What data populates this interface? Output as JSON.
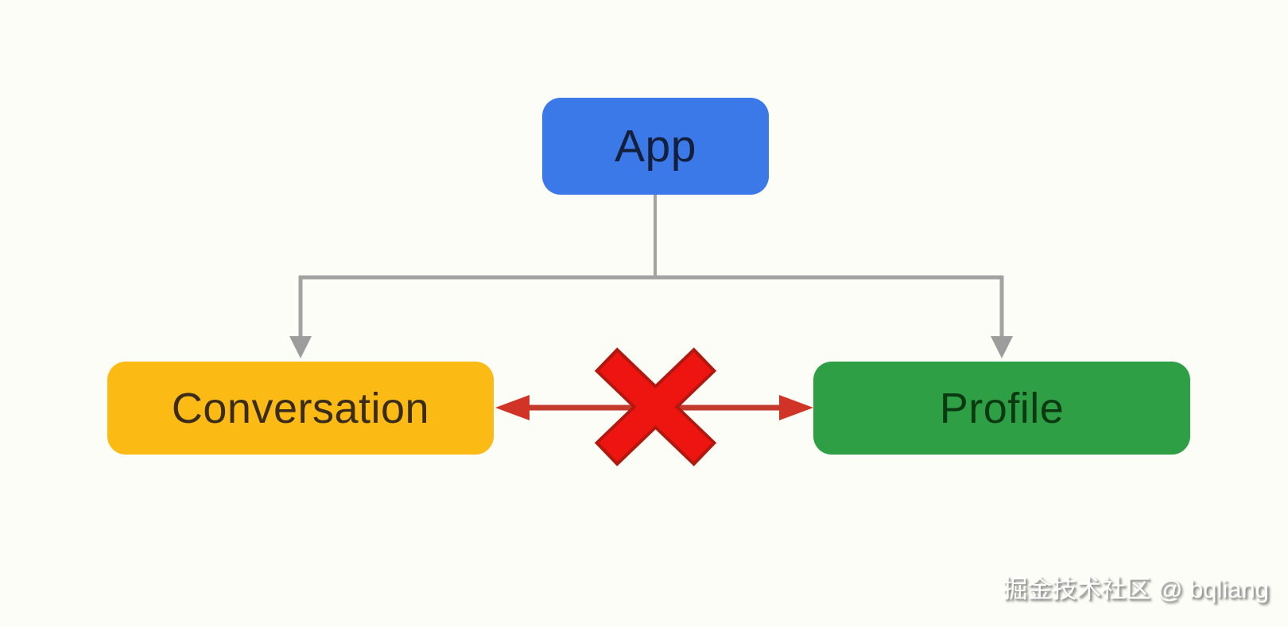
{
  "diagram": {
    "nodes": {
      "app": {
        "label": "App",
        "fill": "#3b78e8",
        "text_color": "#141f3c"
      },
      "conversation": {
        "label": "Conversation",
        "fill": "#fcba15",
        "text_color": "#3a2c1b"
      },
      "profile": {
        "label": "Profile",
        "fill": "#2e9f44",
        "text_color": "#0b3a12"
      }
    },
    "edges": {
      "app_to_conversation": "arrow-down",
      "app_to_profile": "arrow-down",
      "conversation_to_profile": "blocked-double-arrow"
    },
    "colors": {
      "background": "#fdfdf7",
      "tree_line": "#a3a3a3",
      "tree_arrowhead": "#9d9d9d",
      "blocked_line": "#c43a2c",
      "blocked_arrowhead": "#d13427",
      "x_mark": "#ee1410",
      "x_mark_outline": "#b2180f"
    }
  },
  "watermark": {
    "text": "掘金技术社区 @ bqliang"
  }
}
